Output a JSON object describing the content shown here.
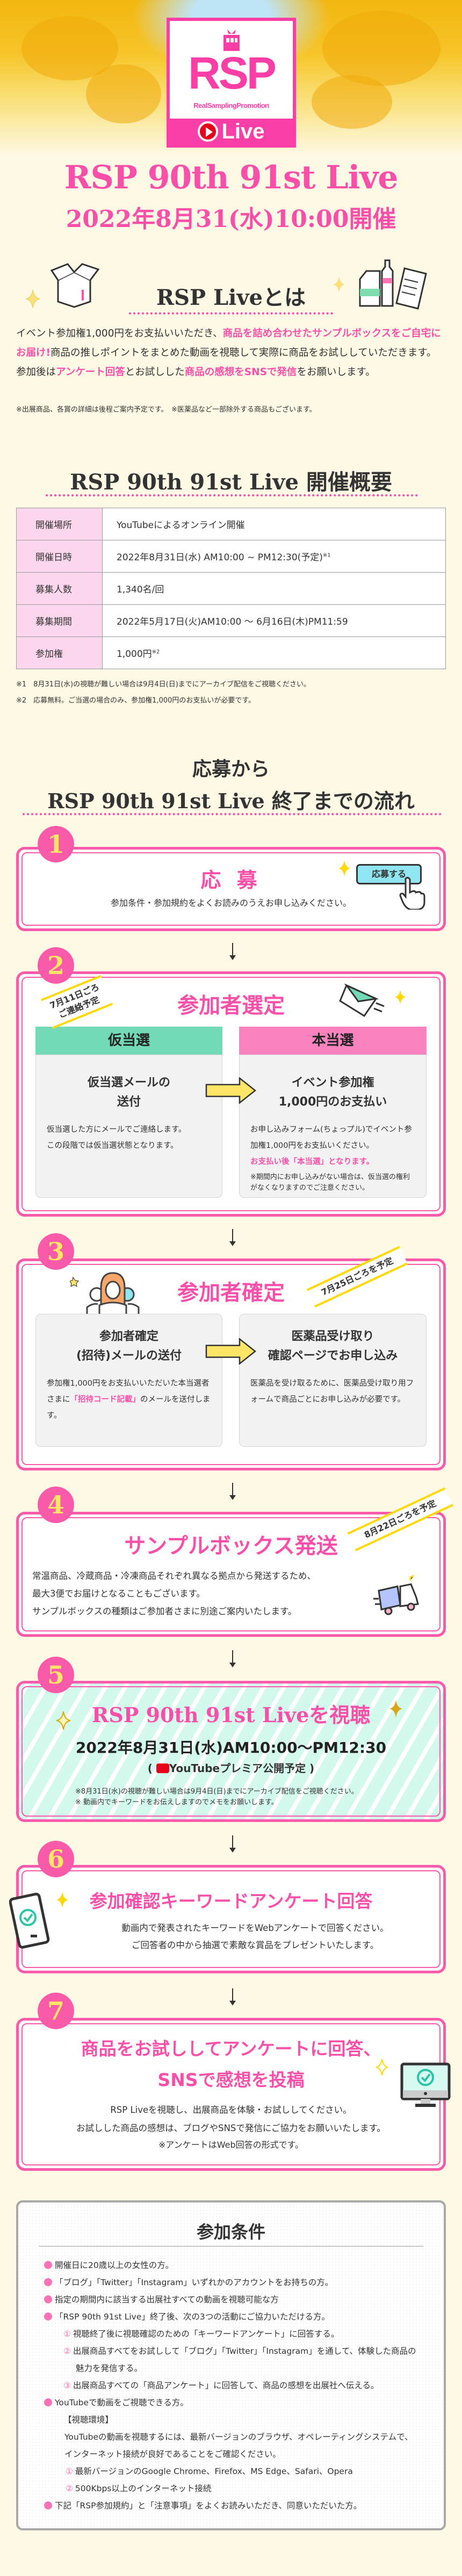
{
  "logo": {
    "rsp": "RSP",
    "sub": "RealSamplingPromotion",
    "live": "Live"
  },
  "hero": {
    "title": "RSP 90th 91st Live",
    "date": "2022年8月31(水)10:00開催"
  },
  "about": {
    "heading": "RSP Liveとは",
    "segments": [
      "イベント参加権1,000円をお支払いいただき、",
      "商品を詰め合わせたサンプルボックスをご自宅にお届け!",
      "商品の推しポイントをまとめた動画を視聴して実際に商品をお試ししていただきます。参加後は",
      "アンケート回答",
      "とお試しした",
      "商品の感想をSNSで発信",
      "をお願いします。"
    ],
    "note": "※出展商品、各賞の詳細は後程ご案内予定です。　※医薬品など一部除外する商品もございます。"
  },
  "overview": {
    "heading": "RSP 90th 91st Live 開催概要",
    "rows": [
      {
        "label": "開催場所",
        "value": "YouTubeによるオンライン開催",
        "mark": ""
      },
      {
        "label": "開催日時",
        "value": "2022年8月31日(水) AM10:00 ~ PM12:30(予定)",
        "mark": "※1"
      },
      {
        "label": "募集人数",
        "value": "1,340名/回",
        "mark": ""
      },
      {
        "label": "募集期間",
        "value": "2022年5月17日(火)AM10:00 ～ 6月16日(木)PM11:59",
        "mark": ""
      },
      {
        "label": "参加権",
        "value": "1,000円",
        "mark": "※2"
      }
    ],
    "footnotes": [
      "※1　8月31日(水)の視聴が難しい場合は9月4日(日)までにアーカイブ配信をご視聴ください。",
      "※2　応募無料。ご当選の場合のみ、参加権1,000円のお支払いが必要です。"
    ]
  },
  "flow": {
    "heading1": "応募から",
    "heading2": "RSP 90th 91st Live 終了までの流れ",
    "steps": [
      {
        "num": "1",
        "title": "応 募",
        "text": "参加条件・参加規約をよくお読みのうえお申し込みください。",
        "button": "応募する"
      },
      {
        "num": "2",
        "title": "参加者選定",
        "ribbon": "7月11日ごろ\nご連絡予定",
        "left": {
          "header": "仮当選",
          "heading": "仮当選メールの\n送付",
          "text": "仮当選した方にメールでご連絡します。\nこの段階では仮当選状態となります。"
        },
        "right": {
          "header": "本当選",
          "heading": "イベント参加権\n1,000円のお支払い",
          "text": "お申し込みフォーム(ちょっプル)でイベント参加権1,000円をお支払いください。",
          "highlight": "お支払い後「本当選」となります。",
          "note": "※期間内にお申し込みがない場合は、仮当選の権利がなくなりますのでご注意ください。"
        }
      },
      {
        "num": "3",
        "title": "参加者確定",
        "ribbon": "7月25日ごろを予定",
        "left": {
          "heading": "参加者確定\n(招待)メールの送付",
          "text_a": "参加権1,000円をお支払いいただいた本当選者さまに",
          "highlight": "「招待コード記載」",
          "text_b": "のメールを送付します。"
        },
        "right": {
          "heading": "医薬品受け取り\n確認ページでお申し込み",
          "text": "医薬品を受け取るために、医薬品受け取り用フォームで商品ごとにお申し込みが必要です。"
        }
      },
      {
        "num": "4",
        "title": "サンプルボックス発送",
        "ribbon": "8月22日ごろを予定",
        "lines": [
          "常温商品、冷蔵商品・冷凍商品それぞれ異なる拠点から発送するため、",
          "最大3便でお届けとなることもございます。",
          "サンプルボックスの種類はご参加者さまに別途ご案内いたします。"
        ]
      },
      {
        "num": "5",
        "title": "RSP 90th 91st Liveを視聴",
        "date": "2022年8月31日(水)AM10:00～PM12:30",
        "youtube": "YouTubeプレミア公開予定",
        "notes": [
          "※8月31日(水)の視聴が難しい場合は9月4日(日)までにアーカイブ配信をご視聴ください。",
          "※ 動画内でキーワードをお伝えしますのでメモをお願いします。"
        ]
      },
      {
        "num": "6",
        "title": "参加確認キーワードアンケート回答",
        "lines": [
          "動画内で発表されたキーワードをWebアンケートで回答ください。",
          "ご回答者の中から抽選で素敵な賞品をプレゼントいたします。"
        ]
      },
      {
        "num": "7",
        "title1": "商品をお試ししてアンケートに回答、",
        "title2": "SNSで感想を投稿",
        "lines": [
          "RSP Liveを視聴し、出展商品を体験・お試ししてください。",
          "お試しした商品の感想は、ブログやSNSで発信にご協力をお願いいたします。"
        ],
        "note": "※アンケートはWeb回答の形式です。"
      }
    ]
  },
  "conditions": {
    "heading": "参加条件",
    "items": [
      "開催日に20歳以上の女性の方。",
      "「ブログ」「Twitter」「Instagram」いずれかのアカウントをお持ちの方。",
      "指定の期間内に該当する出展社すべての動画を視聴可能な方",
      "「RSP 90th 91st Live」終了後、次の3つの活動にご協力いただける方。",
      "YouTubeで動画をご視聴できる方。",
      "下記「RSP参加規約」と「注意事項」をよくお読みいただき、同意いただいた方。"
    ],
    "activities": [
      {
        "n": "①",
        "text": "視聴終了後に視聴確認のための「キーワードアンケート」に回答する。"
      },
      {
        "n": "②",
        "text": "出展商品すべてをお試しして「ブログ」「Twitter」「Instagram」を通して、体験した商品の"
      },
      {
        "n": "",
        "text": "魅力を発信する。"
      },
      {
        "n": "③",
        "text": "出展商品すべての「商品アンケート」に回答して、商品の感想を出展社へ伝える。"
      }
    ],
    "env_label": "【視聴環境】",
    "env_text": [
      "YouTubeの動画を視聴するには、最新バージョンのブラウザ、オペレーティングシステムで、",
      "インターネット接続が良好であることをご確認ください。"
    ],
    "env_items": [
      {
        "n": "①",
        "text": "最新バージョンのGoogle Chrome、Firefox、MS Edge、Safari、Opera"
      },
      {
        "n": "②",
        "text": "500Kbps以上のインターネット接続"
      }
    ]
  },
  "colors": {
    "pink": "#f94fa8",
    "mint": "#72dab7",
    "yellow": "#ffe566",
    "cream": "#fef9e4"
  }
}
